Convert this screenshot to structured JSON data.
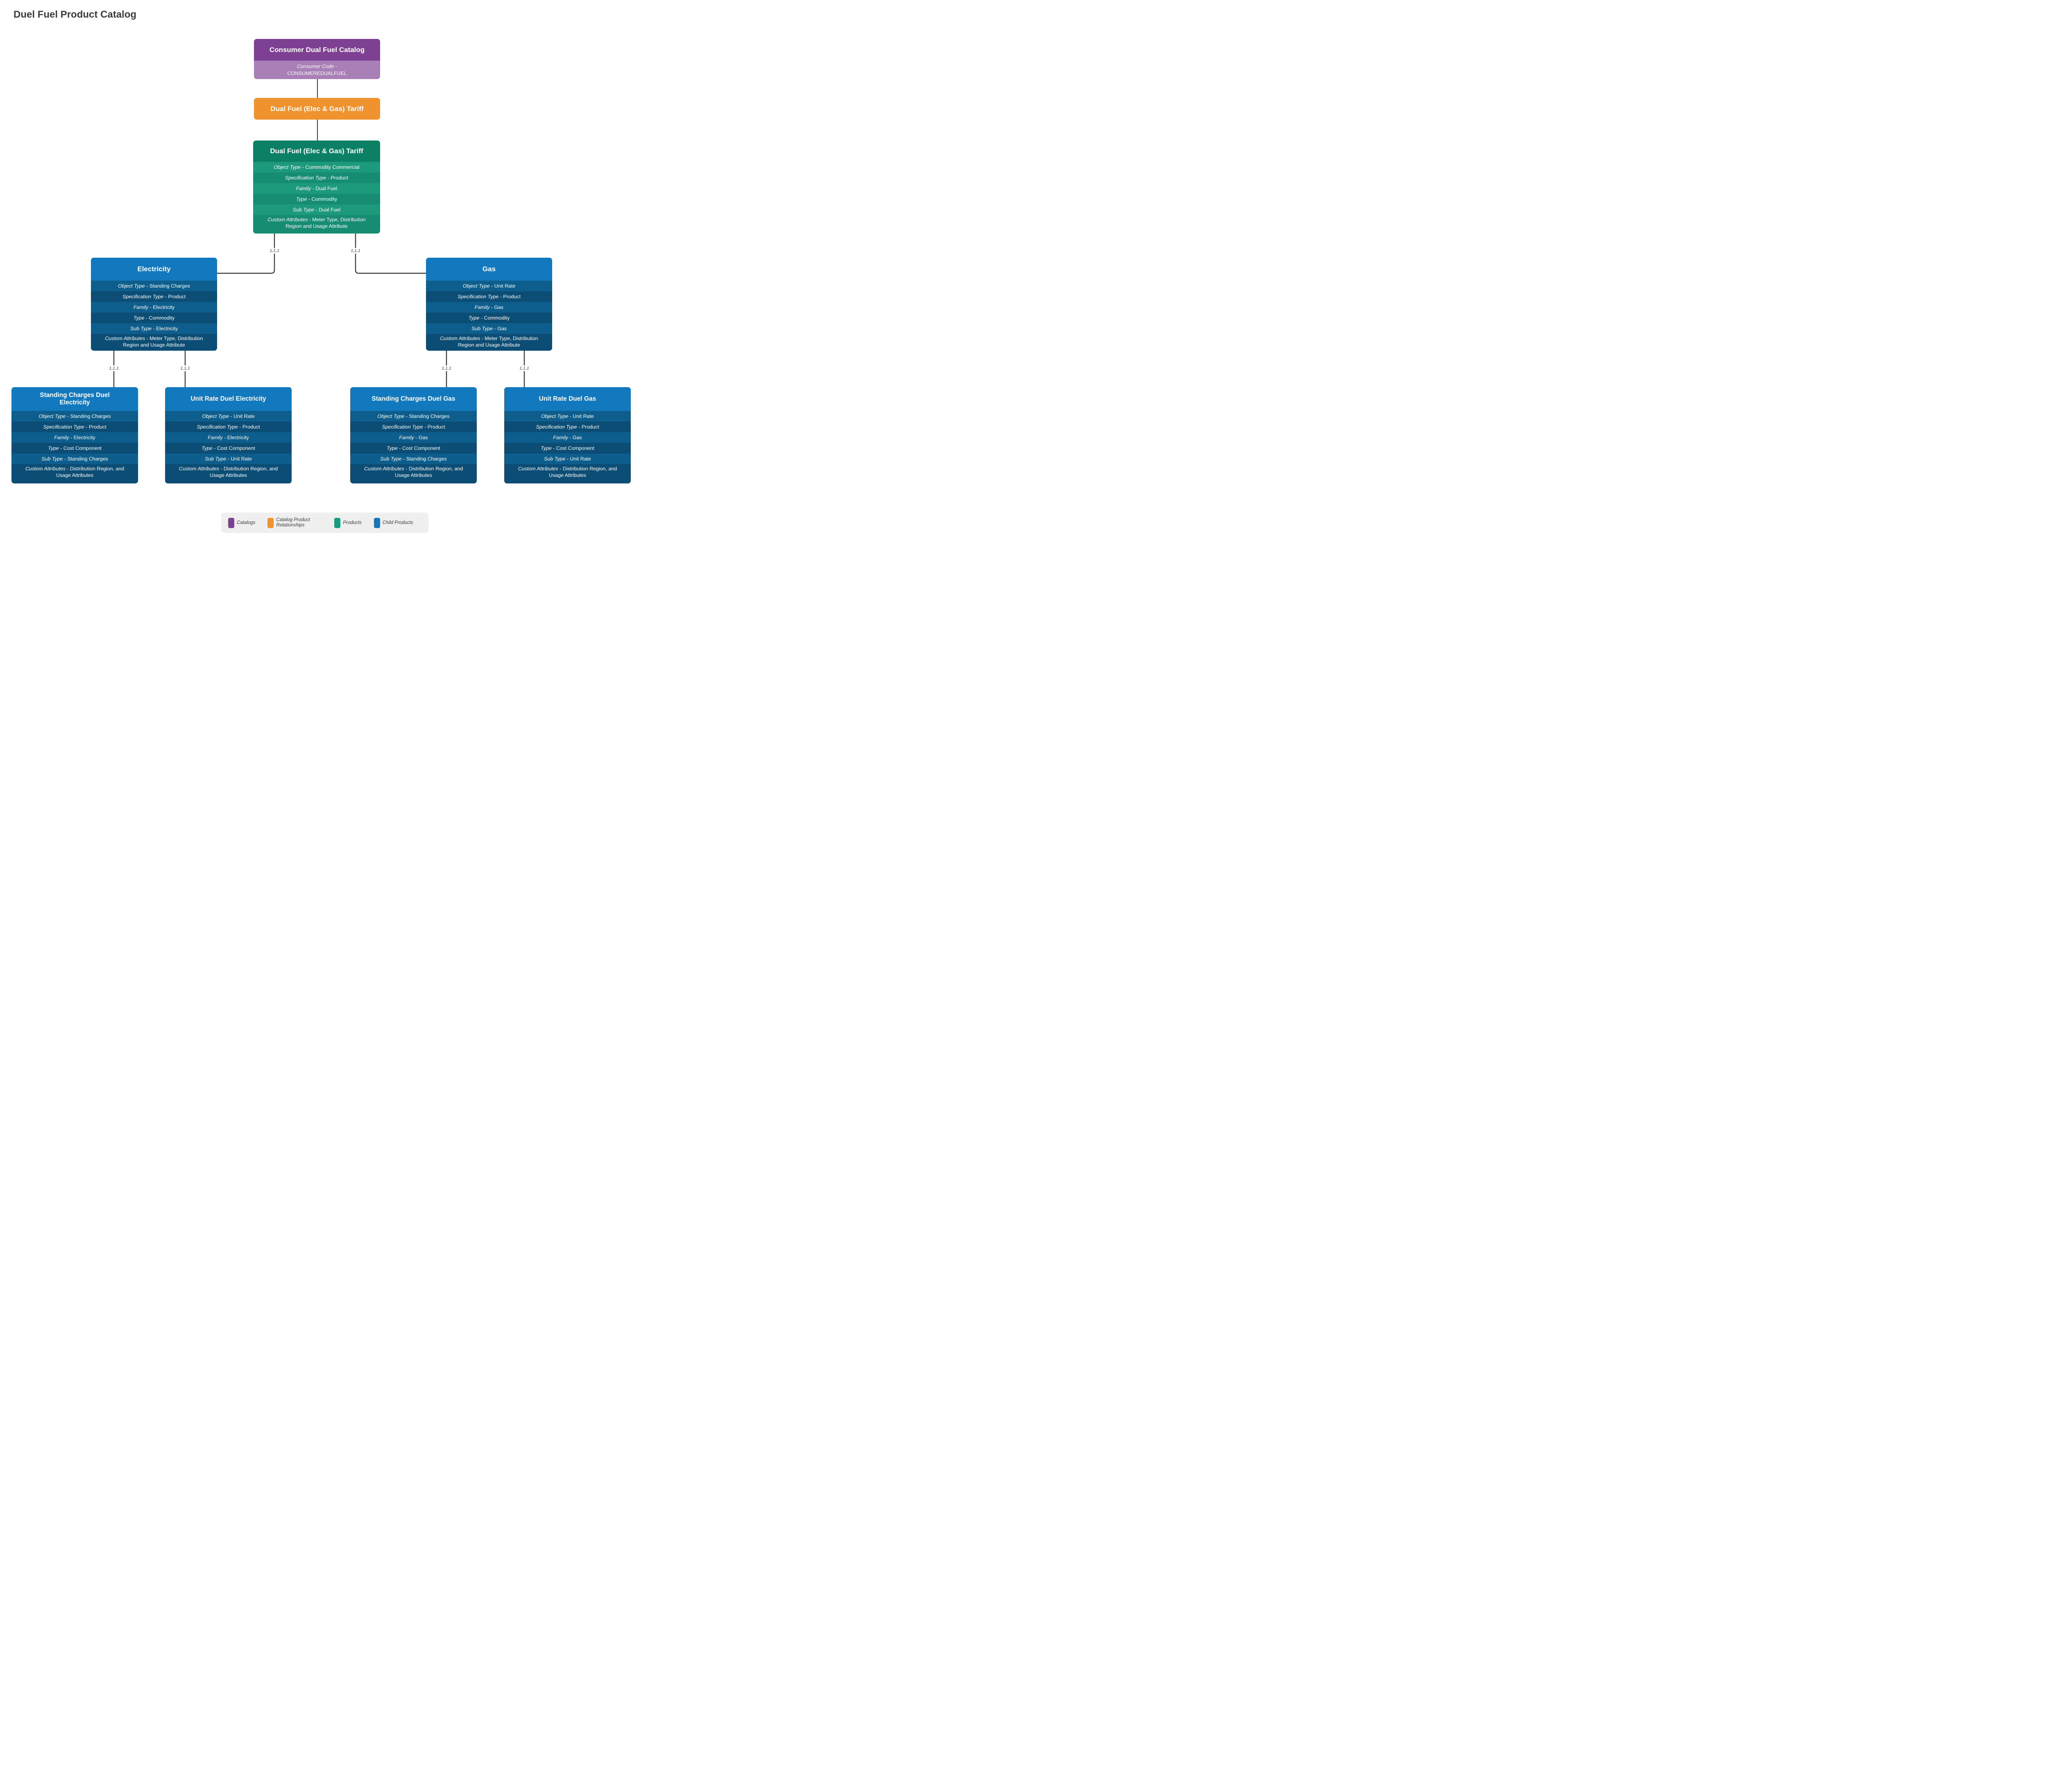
{
  "title": "Duel Fuel Product Catalog",
  "connector_label": "1,1,1",
  "nodes": {
    "catalog": {
      "title": "Consumer Dual Fuel Catalog",
      "code_label": "Consumer Code -",
      "code_value": "CONSUMEREDUALFUEL"
    },
    "relationship": {
      "title": "Dual Fuel (Elec & Gas) Tariff"
    },
    "product": {
      "title": "Dual Fuel (Elec & Gas) Tariff",
      "rows": [
        {
          "label": "Object Type",
          "value": "Commodity Commercial"
        },
        {
          "label": "Specification Type",
          "value": "Product"
        },
        {
          "label": "Family",
          "value": "Dual Fuel"
        },
        {
          "label": "Type",
          "value": "Commodity"
        },
        {
          "label": "Sub Type",
          "value": "Dual Fuel"
        },
        {
          "label": "Custom Attributes",
          "value": "Meter Type, Distribution Region and Usage Attribute"
        }
      ]
    },
    "electricity": {
      "title": "Electricity",
      "rows": [
        {
          "label": "Object Type",
          "value": "Standing Charges"
        },
        {
          "label": "Specification Type",
          "value": "Product"
        },
        {
          "label": "Family",
          "value": "Electricity"
        },
        {
          "label": "Type",
          "value": "Commodity"
        },
        {
          "label": "Sub Type",
          "value": "Electricity"
        },
        {
          "label": "Custom Attributes",
          "value": "Meter Type, Distribution Region and Usage Attribute"
        }
      ]
    },
    "gas": {
      "title": "Gas",
      "rows": [
        {
          "label": "Object Type",
          "value": "Unit Rate"
        },
        {
          "label": "Specification Type",
          "value": "Product"
        },
        {
          "label": "Family",
          "value": "Gas"
        },
        {
          "label": "Type",
          "value": "Commodity"
        },
        {
          "label": "Sub Type",
          "value": "Gas"
        },
        {
          "label": "Custom Attributes",
          "value": "Meter Type, Distribution Region and Usage Attribute"
        }
      ]
    },
    "sc_electricity": {
      "title": "Standing Charges  Duel Electricity",
      "rows": [
        {
          "label": "Object Type",
          "value": "Standing Charges"
        },
        {
          "label": "Specification Type",
          "value": "Product"
        },
        {
          "label": "Family",
          "value": "Electricity"
        },
        {
          "label": "Type",
          "value": "Cost Component"
        },
        {
          "label": "Sub Type",
          "value": "Standing Charges"
        },
        {
          "label": "Custom Attributes",
          "value": "Distribution Region, and Usage Attributes"
        }
      ]
    },
    "ur_electricity": {
      "title": "Unit Rate Duel Electricity",
      "rows": [
        {
          "label": "Object Type",
          "value": "Unit Rate"
        },
        {
          "label": "Specification Type",
          "value": "Product"
        },
        {
          "label": "Family",
          "value": "Electricity"
        },
        {
          "label": "Type",
          "value": "Cost Component"
        },
        {
          "label": "Sub Type",
          "value": "Unit Rate"
        },
        {
          "label": "Custom Attributes",
          "value": "Distribution Region, and Usage Attributes"
        }
      ]
    },
    "sc_gas": {
      "title": "Standing Charges Duel Gas",
      "rows": [
        {
          "label": "Object Type",
          "value": "Standing Charges"
        },
        {
          "label": "Specification Type",
          "value": "Product"
        },
        {
          "label": "Family",
          "value": "Gas"
        },
        {
          "label": "Type",
          "value": "Cost Component"
        },
        {
          "label": "Sub Type",
          "value": "Standing Charges"
        },
        {
          "label": "Custom Attributes",
          "value": "Distribution Region, and Usage Attributes"
        }
      ]
    },
    "ur_gas": {
      "title": "Unit Rate Duel Gas",
      "rows": [
        {
          "label": "Object Type",
          "value": "Unit Rate"
        },
        {
          "label": "Specification Type",
          "value": "Product"
        },
        {
          "label": "Family",
          "value": "Gas"
        },
        {
          "label": "Type",
          "value": "Cost Component"
        },
        {
          "label": "Sub Type",
          "value": "Unit Rate"
        },
        {
          "label": "Custom Attributes",
          "value": "Distribution Region, and Usage Attributes"
        }
      ]
    }
  },
  "legend": {
    "items": [
      {
        "label": "Catalogs",
        "color": "#7d4092"
      },
      {
        "label": "Catalog Product Relationships",
        "color": "#f0932f"
      },
      {
        "label": "Products",
        "color": "#1a9a7d"
      },
      {
        "label": "Child Products",
        "color": "#1478bd"
      }
    ]
  },
  "colors": {
    "catalog_header": "#7d4092",
    "catalog_body": "#a97fb7",
    "relationship": "#f0932f",
    "product_header": "#0c8064",
    "product_row_odd": "#1d9a7c",
    "product_row_even": "#168d72",
    "child_header": "#1379be",
    "child_row_odd": "#0d5e8c",
    "child_row_even": "#0b4d75",
    "connector": "#3a3a39",
    "legend_background": "#efeff0",
    "title_text": "#3b3b39"
  }
}
